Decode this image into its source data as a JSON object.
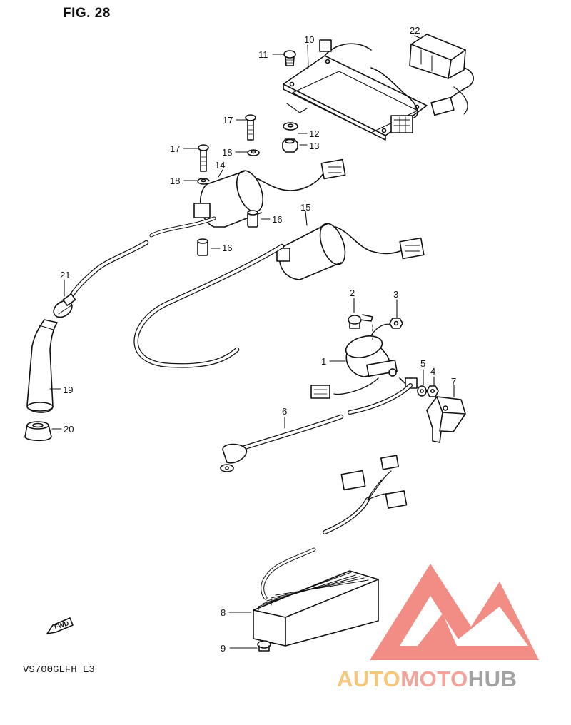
{
  "figure": {
    "title": "FIG. 28",
    "model_code": "VS700GLFH E3",
    "fwd_label": "FWD"
  },
  "watermark": {
    "part1": "AUTO",
    "part2": "MOTO",
    "part3": "HUB",
    "colors": {
      "auto": "#f4c77a",
      "moto": "#f2a49a",
      "hub": "#a2a2a2",
      "logo": "#e8554e"
    }
  },
  "labels": {
    "l1": "1",
    "l2": "2",
    "l3": "3",
    "l4": "4",
    "l5": "5",
    "l6": "6",
    "l7": "7",
    "l8": "8",
    "l9": "9",
    "l10": "10",
    "l11": "11",
    "l12": "12",
    "l13": "13",
    "l14": "14",
    "l15": "15",
    "l16a": "16",
    "l16b": "16",
    "l17a": "17",
    "l17b": "17",
    "l18a": "18",
    "l18b": "18",
    "l19": "19",
    "l20": "20",
    "l21": "21",
    "l22": "22"
  }
}
